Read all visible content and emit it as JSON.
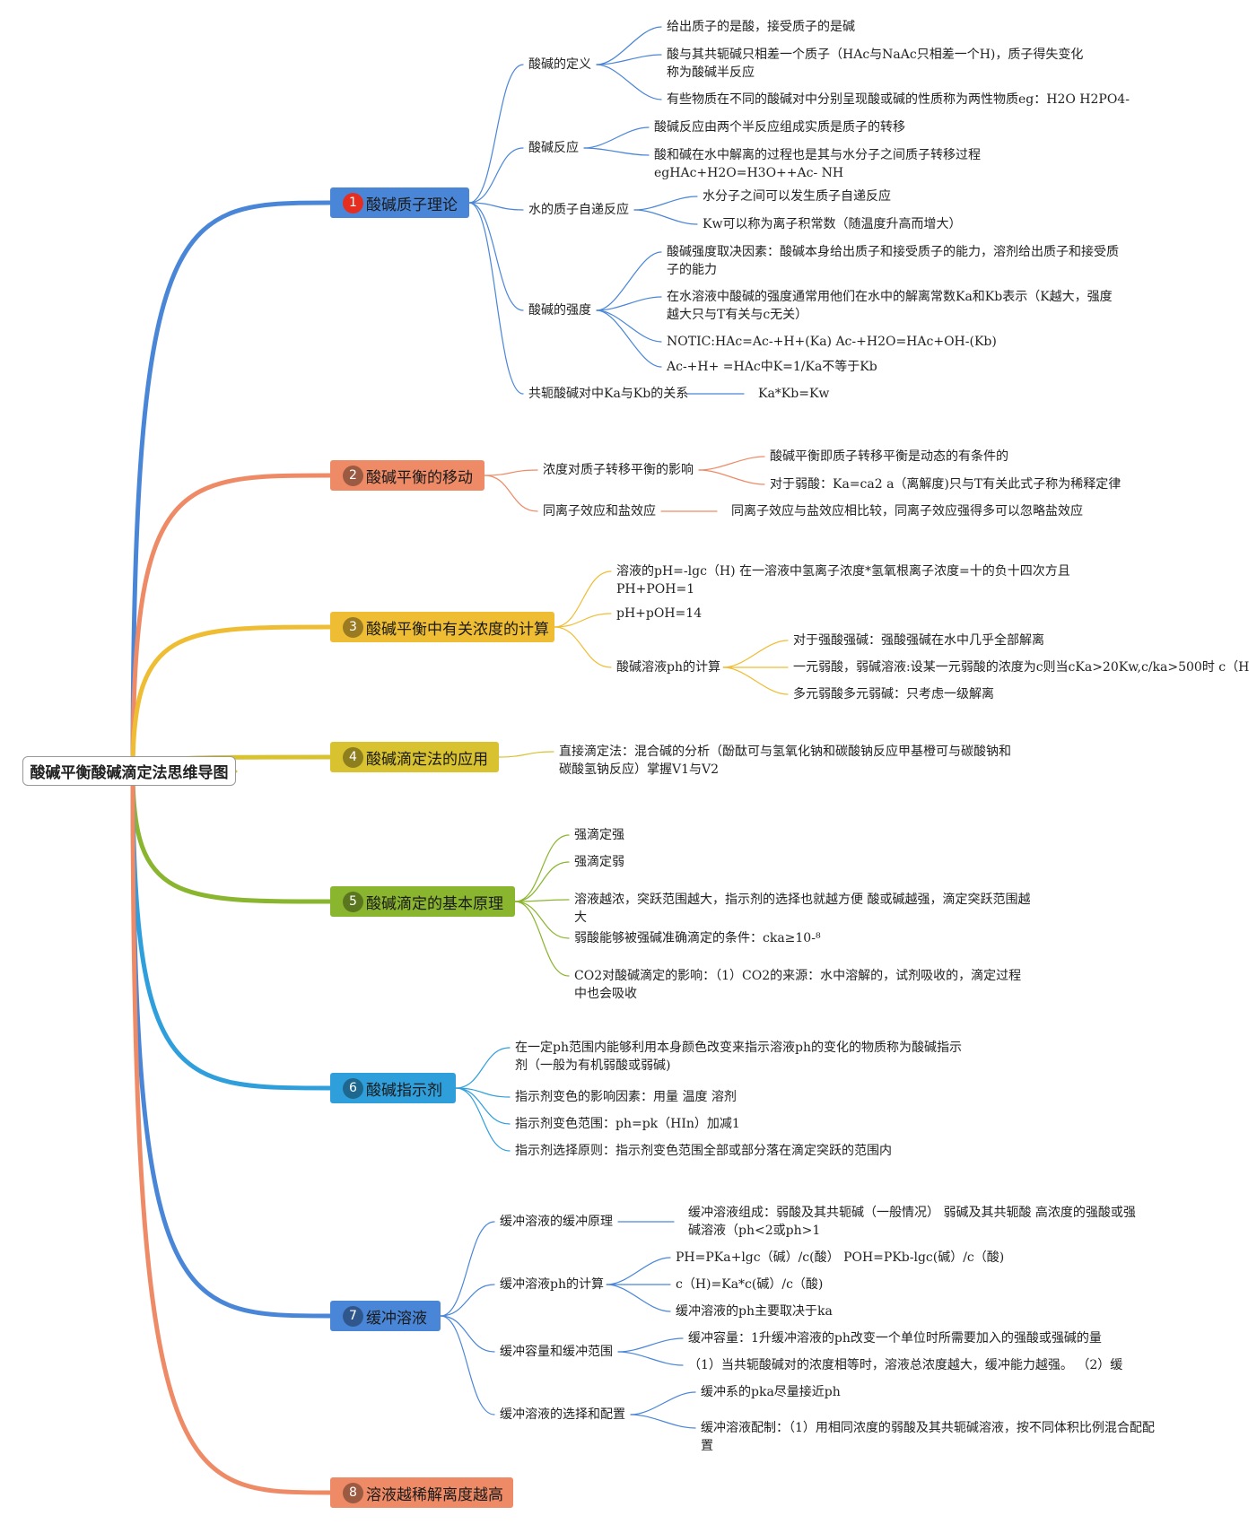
{
  "root": {
    "title": "酸碱平衡酸碱滴定法思维导图"
  },
  "branches": [
    {
      "num": "1",
      "title": "酸碱质子理论",
      "color": "#4a86d8",
      "subs": [
        {
          "text": "酸碱的定义",
          "leaves": [
            "给出质子的是酸，接受质子的是碱",
            "酸与其共轭碱只相差一个质子（HAc与NaAc只相差一个H)，质子得失变化称为酸碱半反应",
            "有些物质在不同的酸碱对中分别呈现酸或碱的性质称为两性物质eg：H2O H2PO4-"
          ]
        },
        {
          "text": "酸碱反应",
          "leaves": [
            "酸碱反应由两个半反应组成实质是质子的转移",
            "酸和碱在水中解离的过程也是其与水分子之间质子转移过程 egHAc+H2O=H3O++Ac- NH"
          ]
        },
        {
          "text": "水的质子自递反应",
          "leaves": [
            "水分子之间可以发生质子自递反应",
            "Kw可以称为离子积常数（随温度升高而增大）"
          ]
        },
        {
          "text": "酸碱的强度",
          "leaves": [
            "酸碱强度取决因素：酸碱本身给出质子和接受质子的能力，溶剂给出质子和接受质子的能力",
            "在水溶液中酸碱的强度通常用他们在水中的解离常数Ka和Kb表示（K越大，强度越大只与T有关与c无关）",
            "NOTIC:HAc=Ac-+H+(Ka) Ac-+H2O=HAc+OH-(Kb)",
            "Ac-+H+ =HAc中K=1/Ka不等于Kb"
          ]
        },
        {
          "text": "共轭酸碱对中Ka与Kb的关系",
          "leaves": [
            "Ka*Kb=Kw"
          ]
        }
      ]
    },
    {
      "num": "2",
      "title": "酸碱平衡的移动",
      "color": "#ee8a66",
      "subs": [
        {
          "text": "浓度对质子转移平衡的影响",
          "leaves": [
            "酸碱平衡即质子转移平衡是动态的有条件的",
            "对于弱酸：Ka=ca2 a（离解度)只与T有关此式子称为稀释定律"
          ]
        },
        {
          "text": "同离子效应和盐效应",
          "leaves": [
            "同离子效应与盐效应相比较，同离子效应强得多可以忽略盐效应"
          ]
        }
      ]
    },
    {
      "num": "3",
      "title": "酸碱平衡中有关浓度的计算",
      "color": "#efbd33",
      "subs": [
        {
          "text": "溶液的pH=-lgc（H) 在一溶液中氢离子浓度*氢氧根离子浓度=十的负十四次方且PH+POH=1",
          "leaves": []
        },
        {
          "text": "pH+pOH=14",
          "leaves": []
        },
        {
          "text": "酸碱溶液ph的计算",
          "leaves": [
            "对于强酸强碱：强酸强碱在水中几乎全部解离",
            "一元弱酸，弱碱溶液:设某一元弱酸的浓度为c则当cKa>20Kw,c/ka>500时 c（H",
            "多元弱酸多元弱碱：只考虑一级解离"
          ]
        }
      ]
    },
    {
      "num": "4",
      "title": "酸碱滴定法的应用",
      "color": "#d9c22f",
      "subs": [
        {
          "text": "直接滴定法：混合碱的分析（酚酞可与氢氧化钠和碳酸钠反应甲基橙可与碳酸钠和碳酸氢钠反应）掌握V1与V2",
          "leaves": []
        }
      ]
    },
    {
      "num": "5",
      "title": "酸碱滴定的基本原理",
      "color": "#8ab52f",
      "subs": [
        {
          "text": "强滴定强",
          "leaves": []
        },
        {
          "text": "强滴定弱",
          "leaves": []
        },
        {
          "text": "溶液越浓，突跃范围越大，指示剂的选择也就越方便 酸或碱越强，滴定突跃范围越大",
          "leaves": []
        },
        {
          "text": "弱酸能够被强碱准确滴定的条件：cka≥10-⁸",
          "leaves": []
        },
        {
          "text": "CO2对酸碱滴定的影响：（1）CO2的来源：水中溶解的，试剂吸收的，滴定过程中也会吸收",
          "leaves": []
        }
      ]
    },
    {
      "num": "6",
      "title": "酸碱指示剂",
      "color": "#2f9fdc",
      "subs": [
        {
          "text": "在一定ph范围内能够利用本身颜色改变来指示溶液ph的变化的物质称为酸碱指示剂（一般为有机弱酸或弱碱)",
          "leaves": []
        },
        {
          "text": "指示剂变色的影响因素：用量 温度 溶剂",
          "leaves": []
        },
        {
          "text": "指示剂变色范围：ph=pk（HIn）加减1",
          "leaves": []
        },
        {
          "text": "指示剂选择原则：指示剂变色范围全部或部分落在滴定突跃的范围内",
          "leaves": []
        }
      ]
    },
    {
      "num": "7",
      "title": "缓冲溶液",
      "color": "#4a86d8",
      "subs": [
        {
          "text": "缓冲溶液的缓冲原理",
          "leaves": [
            "缓冲溶液组成：弱酸及其共轭碱（一般情况） 弱碱及其共轭酸 高浓度的强酸或强碱溶液（ph<2或ph>1"
          ]
        },
        {
          "text": "缓冲溶液ph的计算",
          "leaves": [
            "PH=PKa+lgc（碱）/c(酸） POH=PKb-lgc(碱）/c（酸)",
            "c（H)=Ka*c(碱）/c（酸)",
            "缓冲溶液的ph主要取决于ka"
          ]
        },
        {
          "text": "缓冲容量和缓冲范围",
          "leaves": [
            "缓冲容量：1升缓冲溶液的ph改变一个单位时所需要加入的强酸或强碱的量",
            "（1）当共轭酸碱对的浓度相等时，溶液总浓度越大，缓冲能力越强。 （2）缓"
          ]
        },
        {
          "text": "缓冲溶液的选择和配置",
          "leaves": [
            "缓冲系的pka尽量接近ph",
            "缓冲溶液配制：（1）用相同浓度的弱酸及其共轭碱溶液，按不同体积比例混合配配置"
          ]
        }
      ]
    },
    {
      "num": "8",
      "title": "溶液越稀解离度越高",
      "color": "#ee8a66",
      "subs": []
    }
  ]
}
